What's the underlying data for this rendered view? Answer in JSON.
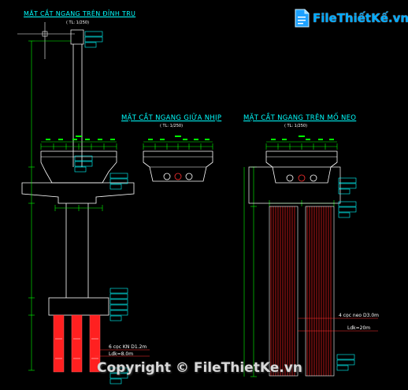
{
  "sections": {
    "top": {
      "title": "MẶT CẮT NGANG TRÊN ĐỈNH TRỤ",
      "scale": "( TL: 1/250)"
    },
    "middle": {
      "title": "MẶT CẮT NGANG GIỮA NHỊP",
      "scale": "( TL: 1/250)"
    },
    "anchor": {
      "title": "MẶT CẮT NGANG TRÊN MỐ NEO",
      "scale": "( TL: 1/250)"
    }
  },
  "notes": {
    "pier_piles": "6 cọc KN D1.2m",
    "pier_length": "Ldk=8.0m",
    "anchor_piles": "4 cọc neo D3.0m",
    "anchor_length": "Ldk=20m"
  },
  "watermark": {
    "logo_text": "FileThiếtKế.vn",
    "copyright": "Copyright © FileThietKe.vn"
  },
  "colors": {
    "background": "#000000",
    "outline": "#ffffff",
    "dimension": "#00ff00",
    "annotation": "#00ffff",
    "pile": "#ff2020",
    "leader": "#ff3030"
  }
}
